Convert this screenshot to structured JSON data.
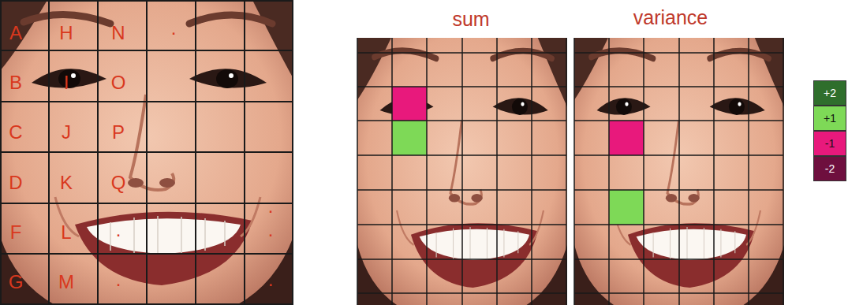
{
  "diagram": {
    "labels": [
      "A",
      "H",
      "N",
      ".",
      "B",
      "I",
      "O",
      "C",
      "J",
      "P",
      "D",
      "K",
      "Q",
      ".",
      "F",
      "L",
      ".",
      ".",
      "G",
      "M",
      ".",
      ".",
      "sum",
      "variance"
    ],
    "legend": [
      {
        "text": "+2",
        "color": "#2f6e2c"
      },
      {
        "text": "+1",
        "color": "#7ed957"
      },
      {
        "text": "-1",
        "color": "#e8197c"
      },
      {
        "text": "-2",
        "color": "#6e0f3e"
      }
    ]
  }
}
